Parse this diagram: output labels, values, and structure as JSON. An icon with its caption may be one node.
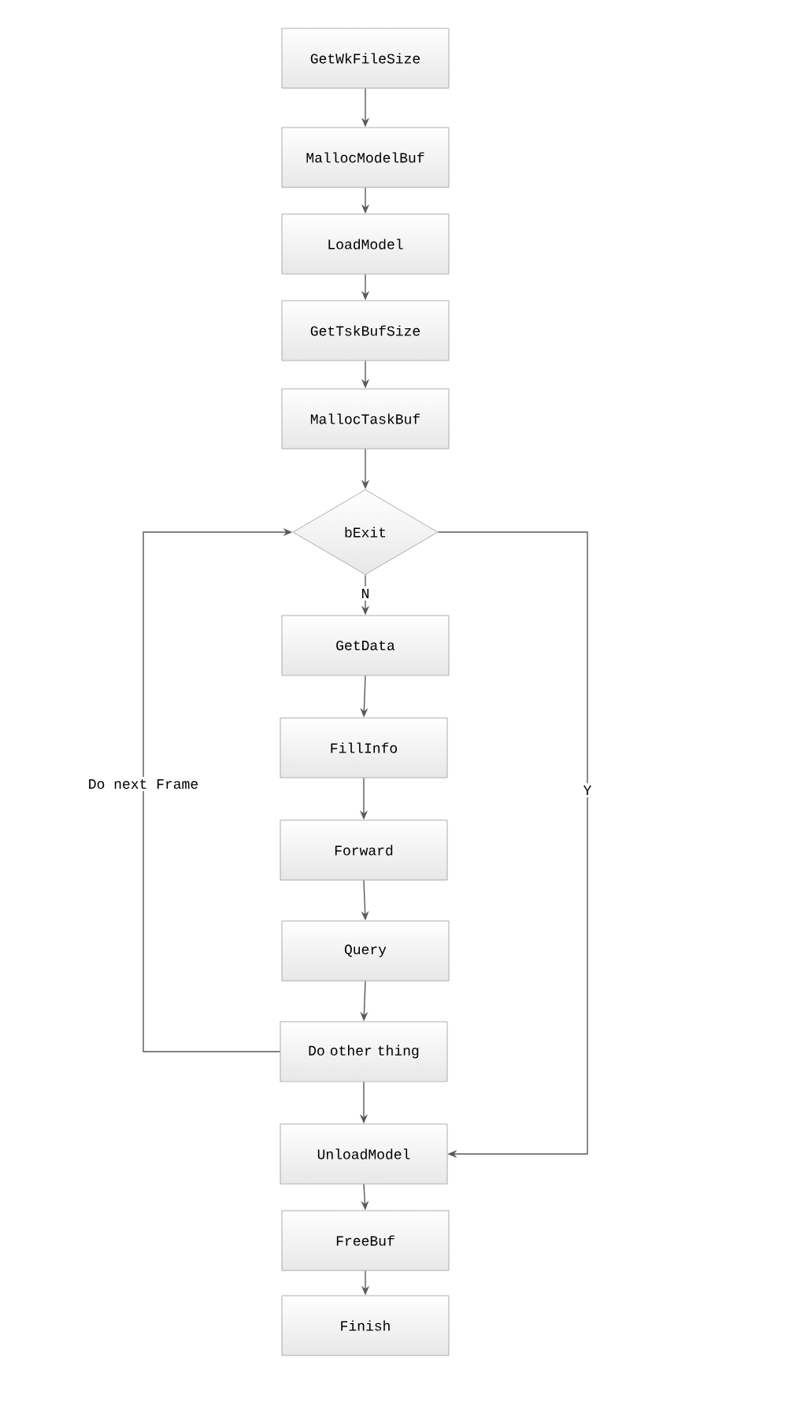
{
  "diagram": {
    "nodes": [
      {
        "text": [
          "GetWkFileSize"
        ]
      },
      {
        "text": [
          "MallocModelBuf"
        ]
      },
      {
        "text": [
          "LoadModel"
        ]
      },
      {
        "text": [
          "GetTskBufSize"
        ]
      },
      {
        "text": [
          "MallocTaskBuf"
        ]
      },
      {
        "text": [
          "bExit"
        ]
      },
      {
        "text": [
          "GetData"
        ]
      },
      {
        "text": [
          "FillInfo"
        ]
      },
      {
        "text": [
          "Forward"
        ]
      },
      {
        "text": [
          "Query"
        ]
      },
      {
        "text": [
          "Do other thing"
        ]
      },
      {
        "text": [
          "UnloadModel"
        ]
      },
      {
        "text": [
          "FreeBuf"
        ]
      },
      {
        "text": [
          "Finish"
        ]
      }
    ],
    "edges": [
      {
        "from": 0,
        "to": 1,
        "arrow": "to"
      },
      {
        "from": 1,
        "to": 2,
        "arrow": "to"
      },
      {
        "from": 2,
        "to": 3,
        "arrow": "to"
      },
      {
        "from": 3,
        "to": 4,
        "arrow": "to"
      },
      {
        "from": 4,
        "to": 5,
        "arrow": "to"
      },
      {
        "from": 5,
        "to": 6,
        "arrow": "to",
        "label": "N"
      },
      {
        "from": 6,
        "to": 7,
        "arrow": "to"
      },
      {
        "from": 7,
        "to": 8,
        "arrow": "to"
      },
      {
        "from": 8,
        "to": 9,
        "arrow": "to"
      },
      {
        "from": 9,
        "to": 10,
        "arrow": "to"
      },
      {
        "from": 10,
        "to": 5,
        "arrow": "to",
        "label": "Do next Frame"
      },
      {
        "from": 5,
        "to": 11,
        "arrow": "to",
        "label": "Y"
      },
      {
        "from": 10,
        "to": 11,
        "arrow": "to"
      },
      {
        "from": 11,
        "to": 12,
        "arrow": "to"
      },
      {
        "from": 12,
        "to": 13,
        "arrow": "to"
      }
    ]
  }
}
